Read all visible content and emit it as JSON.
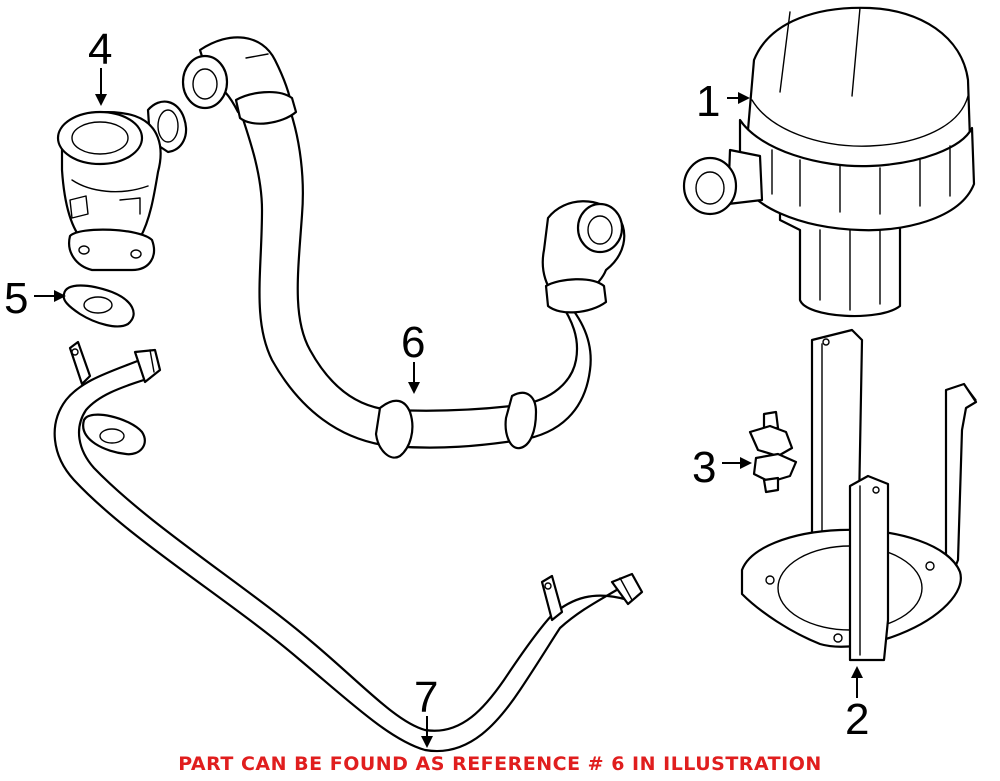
{
  "callouts": {
    "c1": "1",
    "c2": "2",
    "c3": "3",
    "c4": "4",
    "c5": "5",
    "c6": "6",
    "c7": "7"
  },
  "footer": {
    "note": "PART CAN BE FOUND AS REFERENCE # 6 IN ILLUSTRATION"
  },
  "colors": {
    "line": "#000000",
    "background": "#ffffff",
    "note": "#e01e1e"
  }
}
